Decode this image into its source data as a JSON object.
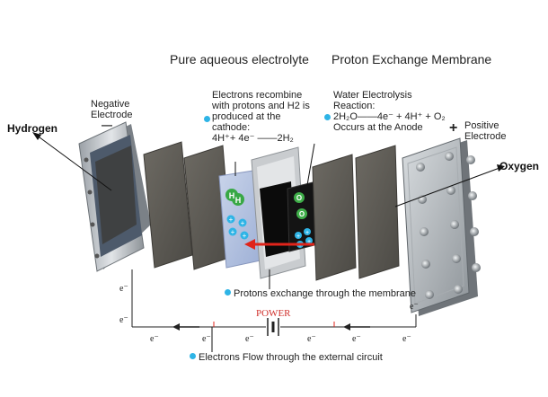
{
  "headings": {
    "electrolyte": "Pure aqueous electrolyte",
    "membrane": "Proton Exchange Membrane"
  },
  "labels": {
    "hydrogen": "Hydrogen",
    "oxygen": "Oxygen",
    "negative_electrode": [
      "Negative",
      "Electrode"
    ],
    "negative_sign": "—",
    "positive_sign": "+",
    "positive_electrode": [
      "Positive",
      "Electrode"
    ],
    "power": "POWER"
  },
  "cathode_note": {
    "lines": [
      "Electrons recombine",
      "with protons and H2 is",
      "produced at the",
      "cathode:"
    ],
    "equation": "4H⁺+ 4e⁻ ——2H₂"
  },
  "anode_note": {
    "lines": [
      "Water Electrolysis",
      "Reaction:"
    ],
    "equation": "2H₂O——4e⁻ + 4H⁺ + O₂",
    "tail": "Occurs at the Anode"
  },
  "callouts": {
    "protons": "Protons exchange through the membrane",
    "electrons": "Electrons Flow through the external circuit"
  },
  "electron_symbol": "e⁻",
  "particle_labels": {
    "hydrogen": "H",
    "oxygen": "O",
    "proton": "+"
  },
  "colors": {
    "accent_dot": "#2eb4e6",
    "arrow_red": "#e0241b",
    "power_red": "#d0302b",
    "membrane_green": "#3fae49",
    "hydrogen_green": "#38a845"
  }
}
